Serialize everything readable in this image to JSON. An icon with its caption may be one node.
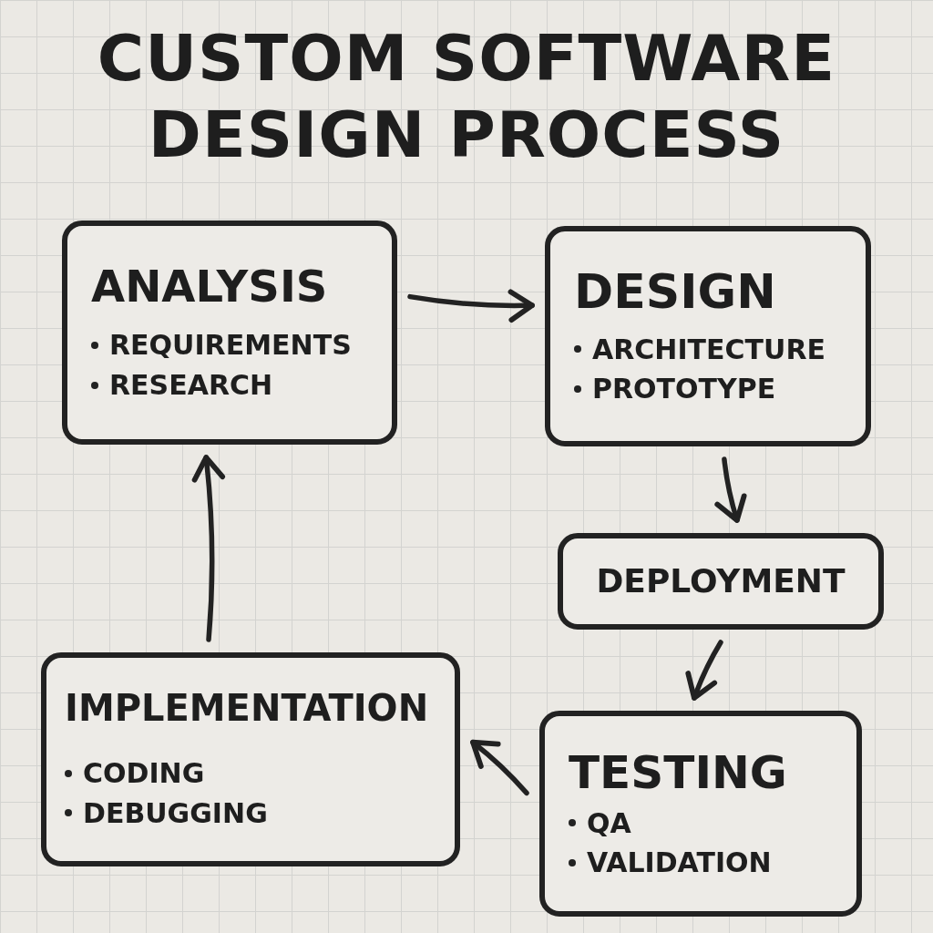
{
  "diagram": {
    "title": "CUSTOM SOFTWARE DESIGN PROCESS",
    "nodes": [
      {
        "text": [
          "ANALYSIS",
          "REQUIREMENTS",
          "RESEARCH"
        ]
      },
      {
        "text": [
          "DESIGN",
          "ARCHITECTURE",
          "PROTOTYPE"
        ]
      },
      {
        "text": [
          "DEPLOYMENT"
        ]
      },
      {
        "text": [
          "TESTING",
          "QA",
          "VALIDATION"
        ]
      },
      {
        "text": [
          "IMPLEMENTATION",
          "CODING",
          "DEBUGGING"
        ]
      }
    ],
    "edges": [
      {
        "from": 0,
        "to": 1,
        "arrow": "to"
      },
      {
        "from": 1,
        "to": 2,
        "arrow": "to"
      },
      {
        "from": 2,
        "to": 3,
        "arrow": "to"
      },
      {
        "from": 3,
        "to": 4,
        "arrow": "to"
      },
      {
        "from": 4,
        "to": 0,
        "arrow": "to"
      }
    ]
  }
}
